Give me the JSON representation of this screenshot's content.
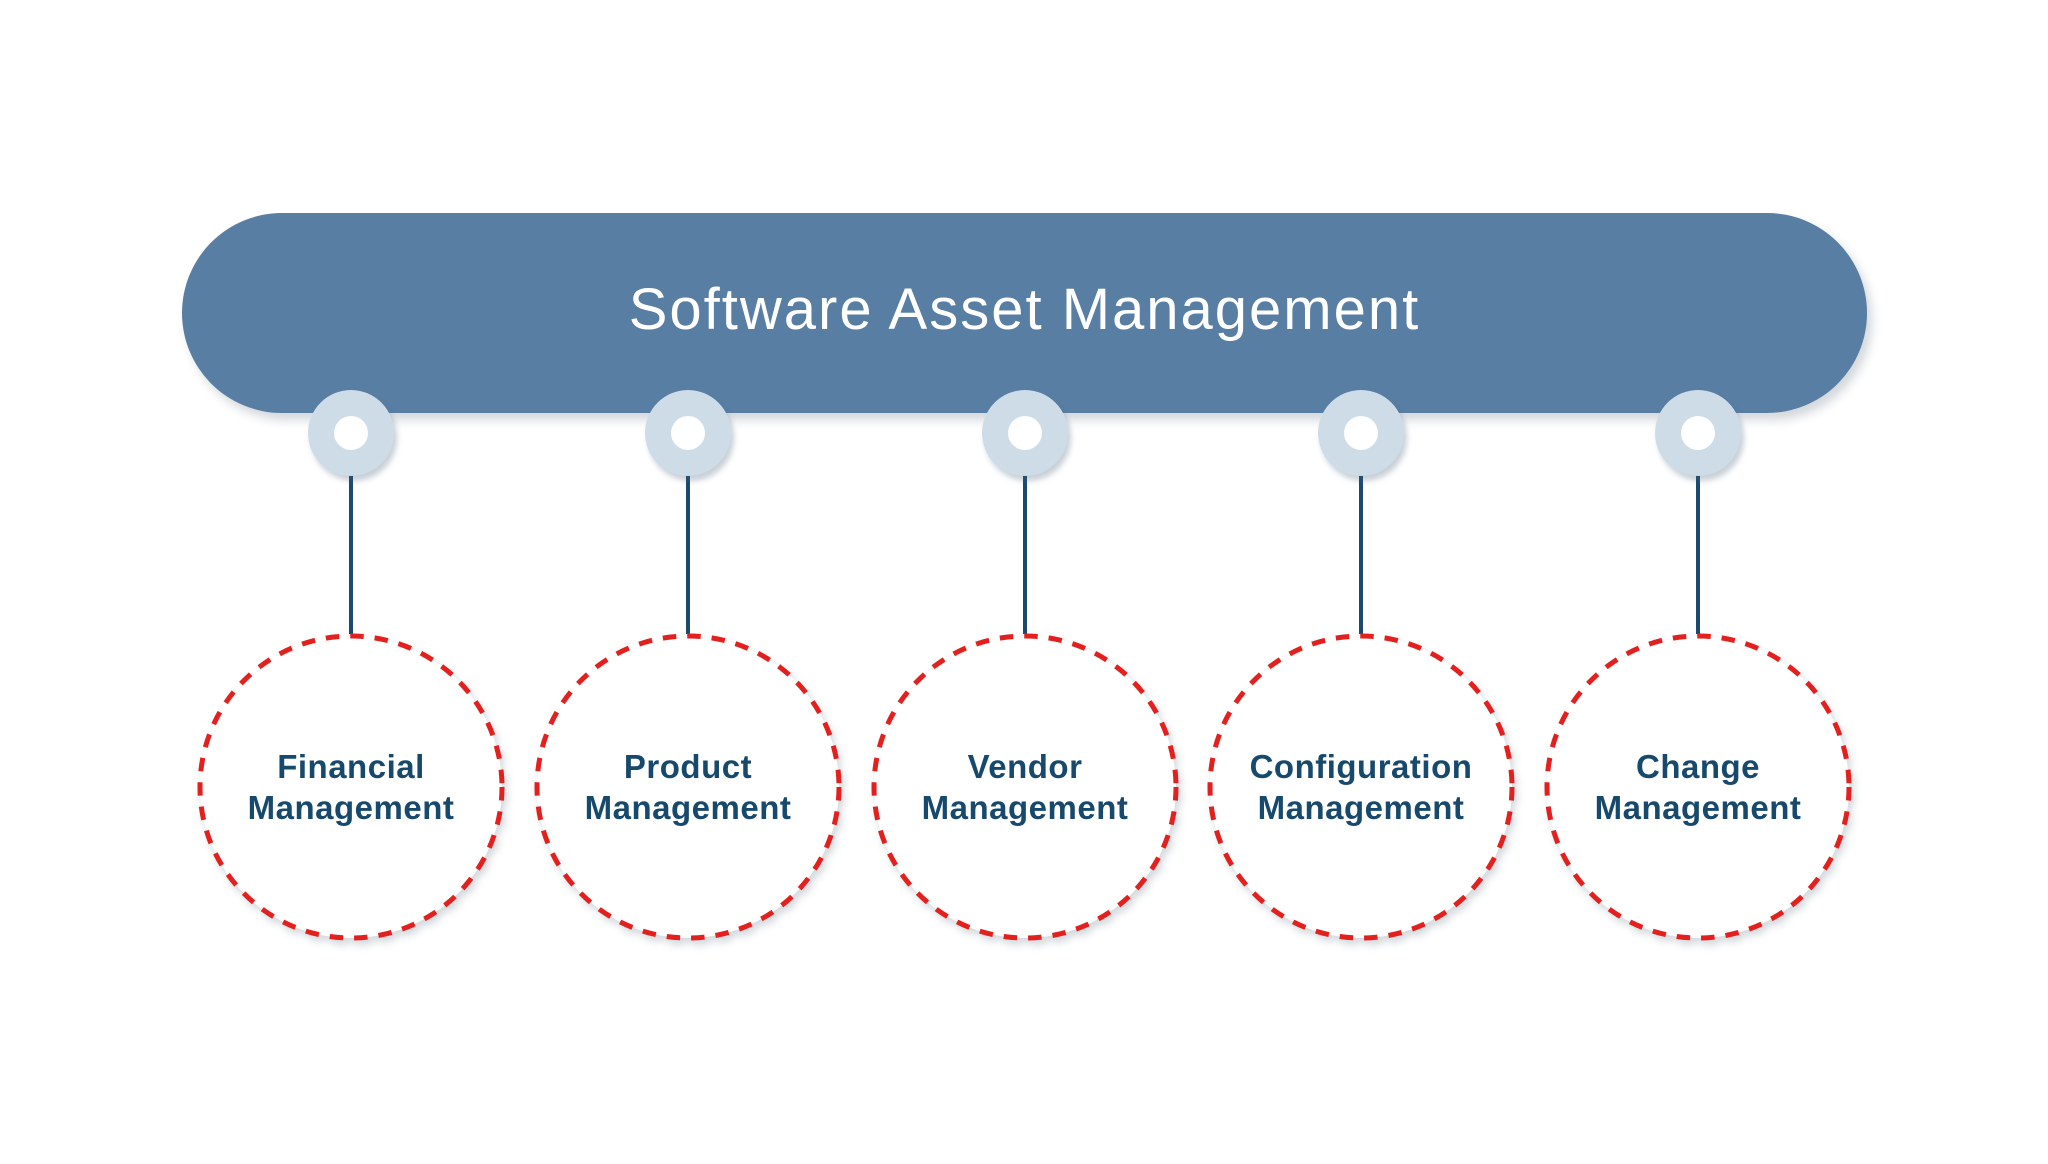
{
  "title": "Software Asset Management",
  "nodes": [
    {
      "label": "Financial Management",
      "lines": [
        "Financial",
        "Management"
      ]
    },
    {
      "label": "Product Management",
      "lines": [
        "Product",
        "Management"
      ]
    },
    {
      "label": "Vendor Management",
      "lines": [
        "Vendor",
        "Management"
      ]
    },
    {
      "label": "Configuration Management",
      "lines": [
        "Configuration",
        "Management"
      ]
    },
    {
      "label": "Change Management",
      "lines": [
        "Change",
        "Management"
      ]
    }
  ],
  "colors": {
    "background": "#ffffff",
    "header_bar": "#587ea3",
    "header_text": "#ffffff",
    "connector_dot": "#cedce8",
    "connector_dot_hole": "#ffffff",
    "connector_line": "#1b4a6e",
    "node_border": "#e3201d",
    "node_fill": "#ffffff",
    "node_text": "#17496d"
  }
}
